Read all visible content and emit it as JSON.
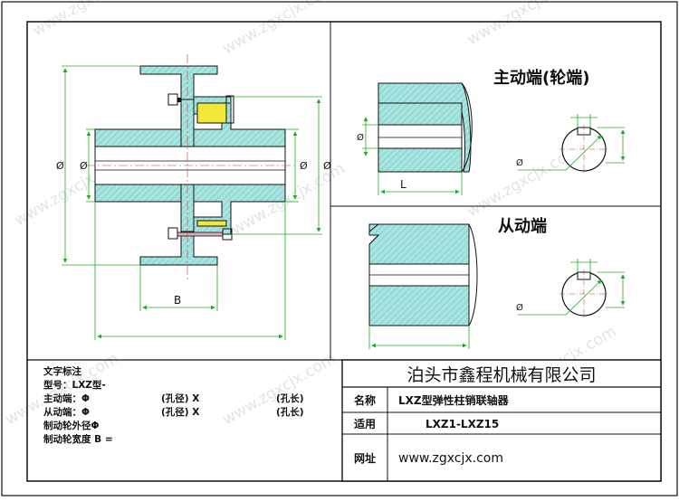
{
  "watermark": "www.zgxcjx.com",
  "views": {
    "driving_title": "主动端(轮端)",
    "driven_title": "从动端"
  },
  "dimensions": {
    "phi": "Ø",
    "B": "B",
    "L": "L"
  },
  "notes": {
    "heading": "文字标注",
    "model": "型号：LXZ型-",
    "driving_label": "主动端：Φ",
    "driven_label": "从动端：Φ",
    "bore_dia": "(孔径) X",
    "bore_len": "(孔长)",
    "wheel_od": "制动轮外径Φ",
    "wheel_width": "制动轮宽度 B ="
  },
  "title_block": {
    "company": "泊头市鑫程机械有限公司",
    "name_label": "名称",
    "name_value": "LXZ型弹性柱销联轴器",
    "apply_label": "适用",
    "apply_value": "LXZ1-LXZ15",
    "web_label": "网址",
    "web_value": "www.zgxcjx.com"
  },
  "colors": {
    "hatch": "#a6e4df",
    "dim_line": "#1bb31b",
    "outline": "#111111",
    "pin_fill": "#f3e83a",
    "bolt": "#e8a7b6"
  }
}
